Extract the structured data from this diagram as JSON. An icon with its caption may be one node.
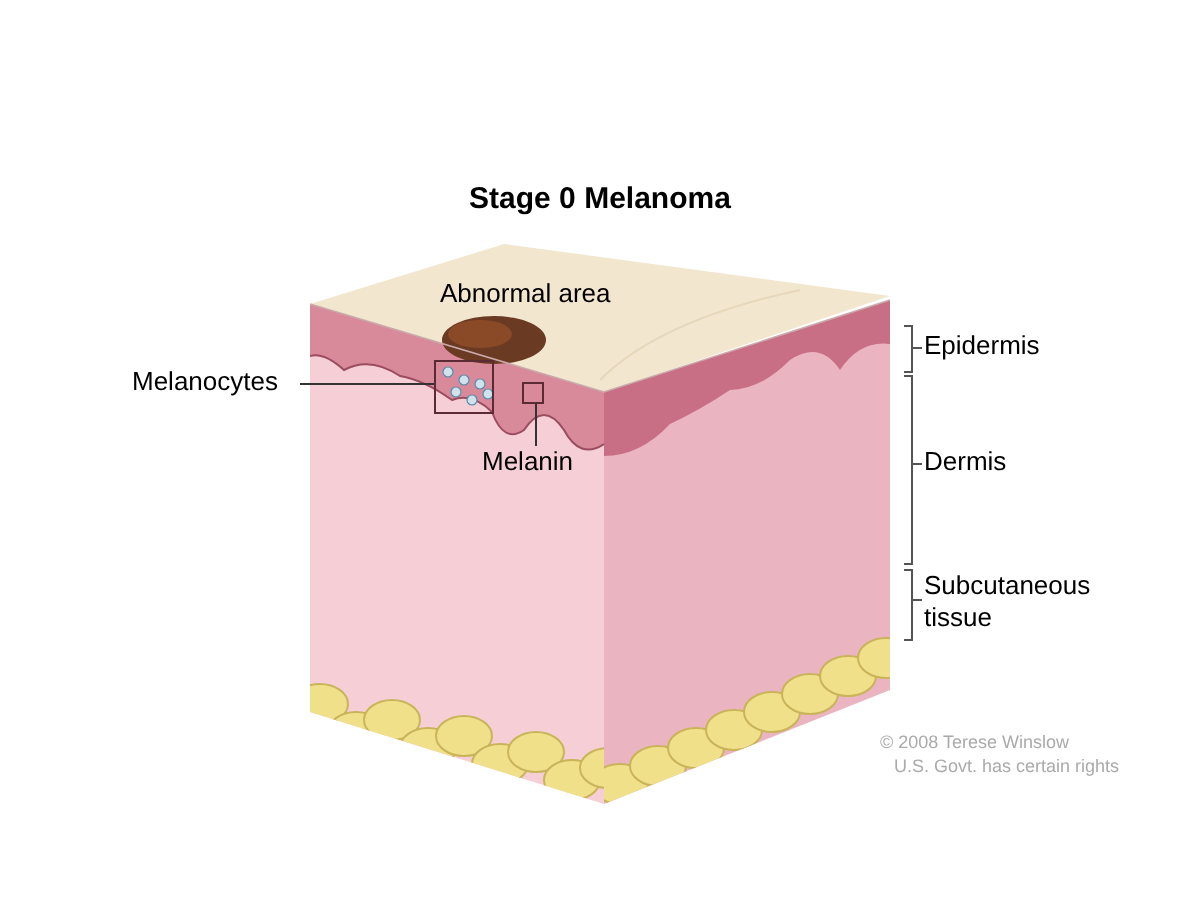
{
  "diagram": {
    "title": "Stage 0 Melanoma",
    "nodes": [
      {
        "text": [
          "Melanocytes"
        ]
      },
      {
        "text": [],
        "shape": "box"
      },
      {
        "text": [
          "Melanin"
        ]
      },
      {
        "text": [],
        "shape": "box"
      }
    ],
    "edges": [
      {
        "from": 0,
        "to": 1,
        "arrow": "none"
      },
      {
        "from": 2,
        "to": 3,
        "arrow": "none"
      }
    ],
    "labels": [
      "Abnormal area",
      "Epidermis",
      "Dermis",
      "Subcutaneous tissue",
      "© 2008 Terese Winslow",
      "U.S. Govt. has certain rights"
    ]
  }
}
